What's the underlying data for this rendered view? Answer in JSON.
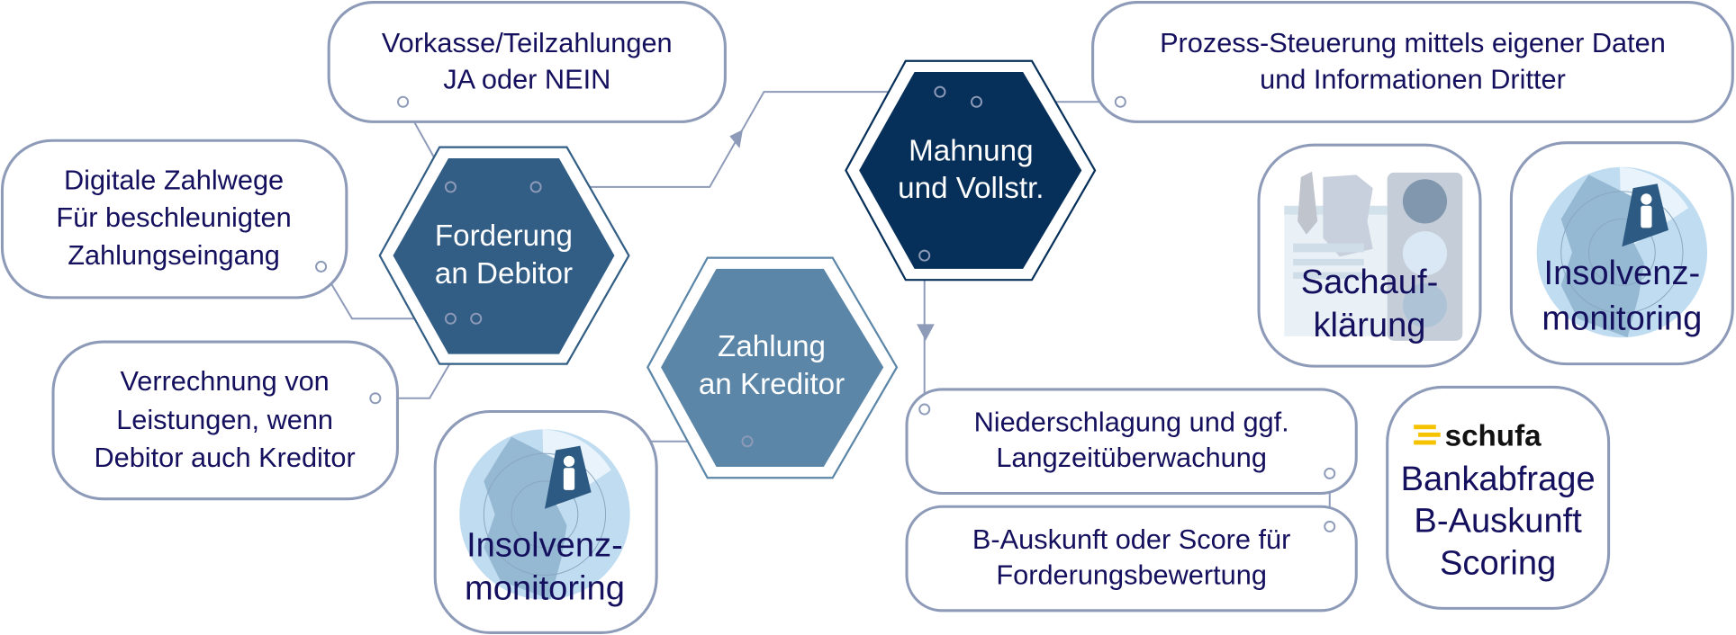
{
  "colors": {
    "forderung": "#325d85",
    "mahnung": "#06305a",
    "zahlung": "#5b86a8",
    "border": "#8d9ab8",
    "text": "#14105e",
    "schufa_accent": "#f5c200"
  },
  "boxes": {
    "vorkasse": [
      "Vorkasse/Teilzahlungen",
      "JA oder NEIN"
    ],
    "prozess": [
      "Prozess-Steuerung mittels eigener Daten",
      "und Informationen Dritter"
    ],
    "digitale": [
      "Digitale Zahlwege",
      "Für beschleunigten",
      "Zahlungseingang"
    ],
    "verrechnung": [
      "Verrechnung von",
      "Leistungen, wenn",
      "Debitor auch Kreditor"
    ],
    "niederschlagung": [
      "Niederschlagung und ggf.",
      "Langzeitüberwachung"
    ],
    "bauskunft": [
      "B-Auskunft oder Score für",
      "Forderungsbewertung"
    ]
  },
  "hexagons": {
    "forderung": [
      "Forderung",
      "an Debitor"
    ],
    "mahnung": [
      "Mahnung",
      "und Vollstr."
    ],
    "zahlung": [
      "Zahlung",
      "an Kreditor"
    ]
  },
  "tiles": {
    "insolvenz_left": [
      "Insolvenz-",
      "monitoring"
    ],
    "sachaufklaerung": [
      "Sachauf-",
      "klärung"
    ],
    "insolvenz_right": [
      "Insolvenz-",
      "monitoring"
    ],
    "schufa": {
      "logo": "schufa",
      "lines": [
        "Bankabfrage",
        "B-Auskunft",
        "Scoring"
      ]
    }
  }
}
